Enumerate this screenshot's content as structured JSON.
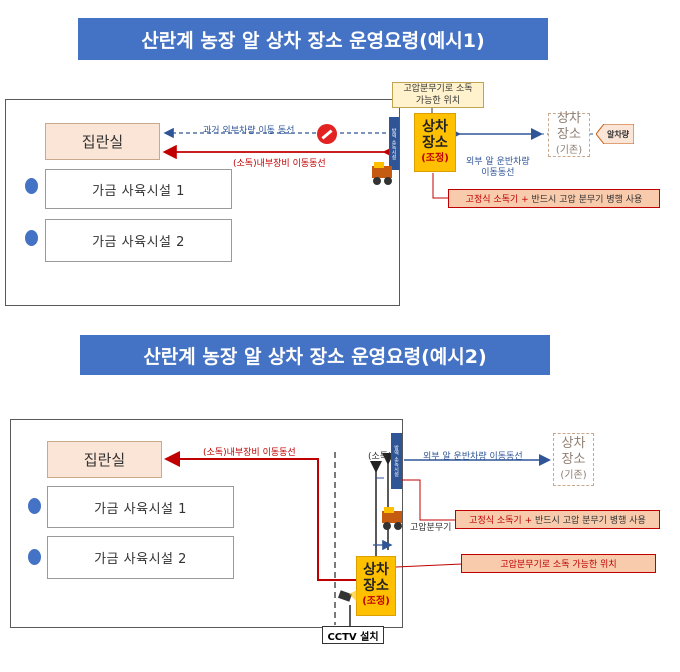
{
  "ex1": {
    "title": "산란계 농장 알 상차 장소 운영요령(예시1)",
    "egg_room": "집란실",
    "houses": [
      "가금 사육시설 1",
      "가금 사육시설 2"
    ],
    "past_route": "과거 외부차량 이동 동선",
    "internal_route": "(소독)내부장비 이동동선",
    "disinfector": "방역 소독시설",
    "pos_label_1": "고압분무기로 소독",
    "pos_label_2": "가능한 위치",
    "new_load_1": "상차",
    "new_load_2": "장소",
    "new_load_sub": "(조정)",
    "old_load_1": "상차",
    "old_load_2": "장소",
    "old_load_sub": "(기존)",
    "egg_car": "알차량",
    "ext_route_1": "외부 알 운반차량",
    "ext_route_2": "이동동선",
    "note_red": "고정식 소독기 +",
    "note_black": "반드시 고압 분무기 병행 사용"
  },
  "ex2": {
    "title": "산란계 농장 알 상차 장소 운영요령(예시2)",
    "egg_room": "집란실",
    "houses": [
      "가금 사육시설 1",
      "가금 사육시설 2"
    ],
    "internal_route": "(소독)내부장비 이동동선",
    "disinf_label": "(소독)",
    "disinfector": "방역 소독시설",
    "ext_route": "외부 알 운반차량  이동동선",
    "old_load_1": "상차",
    "old_load_2": "장소",
    "old_load_sub": "(기존)",
    "sprayer": "고압분무기",
    "note_red": "고정식 소독기 +",
    "note_black": "반드시 고압 분무기 병행 사용",
    "pos_label": "고압분무기로 소독 가능한 위치",
    "new_load_1": "상차",
    "new_load_2": "장소",
    "new_load_sub": "(조정)",
    "cctv": "CCTV 설치"
  },
  "colors": {
    "title_bg": "#4472c4",
    "internal_route": "#c00000",
    "external_route": "#2f5597",
    "new_load": "#ffc000"
  }
}
